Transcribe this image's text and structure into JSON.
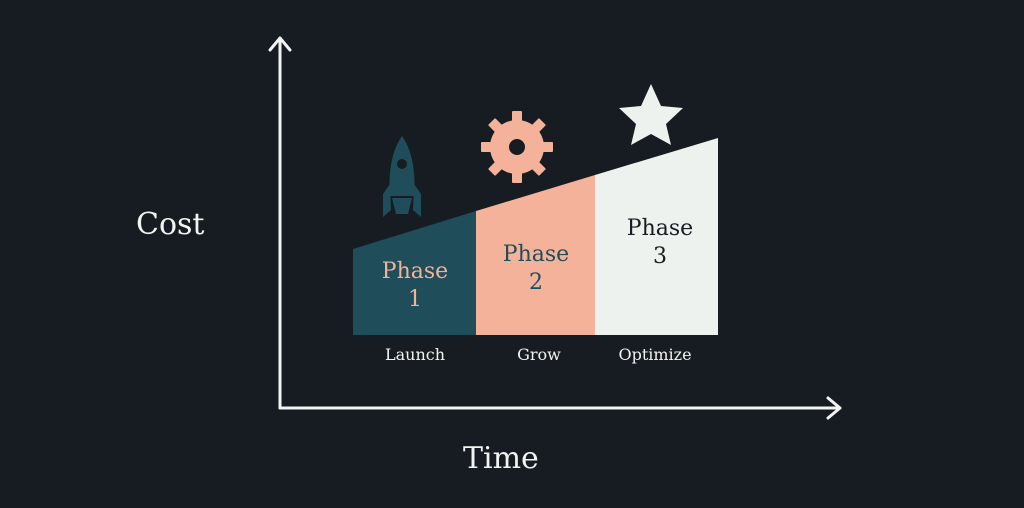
{
  "axes": {
    "y_label": "Cost",
    "x_label": "Time"
  },
  "phases": [
    {
      "title": "Phase",
      "number": "1",
      "stage": "Launch",
      "icon": "rocket-icon",
      "fill": "#1f4d5a",
      "text_color": "#f4b29a"
    },
    {
      "title": "Phase",
      "number": "2",
      "stage": "Grow",
      "icon": "gear-icon",
      "fill": "#f4b29a",
      "text_color": "#1f4d5a"
    },
    {
      "title": "Phase",
      "number": "3",
      "stage": "Optimize",
      "icon": "star-icon",
      "fill": "#eef2ee",
      "text_color": "#171c22"
    }
  ],
  "colors": {
    "background": "#171c22",
    "axis": "#f2f4f2"
  }
}
